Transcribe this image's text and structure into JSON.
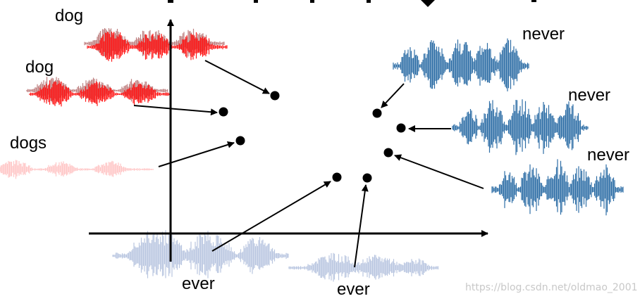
{
  "words": {
    "dog_top": "dog",
    "dog_mid": "dog",
    "dogs": "dogs",
    "never_1": "never",
    "never_2": "never",
    "never_3": "never",
    "ever_1": "ever",
    "ever_2": "ever"
  },
  "watermark": "https://blog.csdn.net/oldmao_2001",
  "colors": {
    "dog_wave": "#ff1a1a",
    "dog_shadow": "#8b1a1a",
    "dogs_wave": "#ffc6c6",
    "never_wave": "#2e6ea6",
    "ever_wave": "#b9c6e0",
    "axis": "#000000",
    "point": "#000000"
  }
}
